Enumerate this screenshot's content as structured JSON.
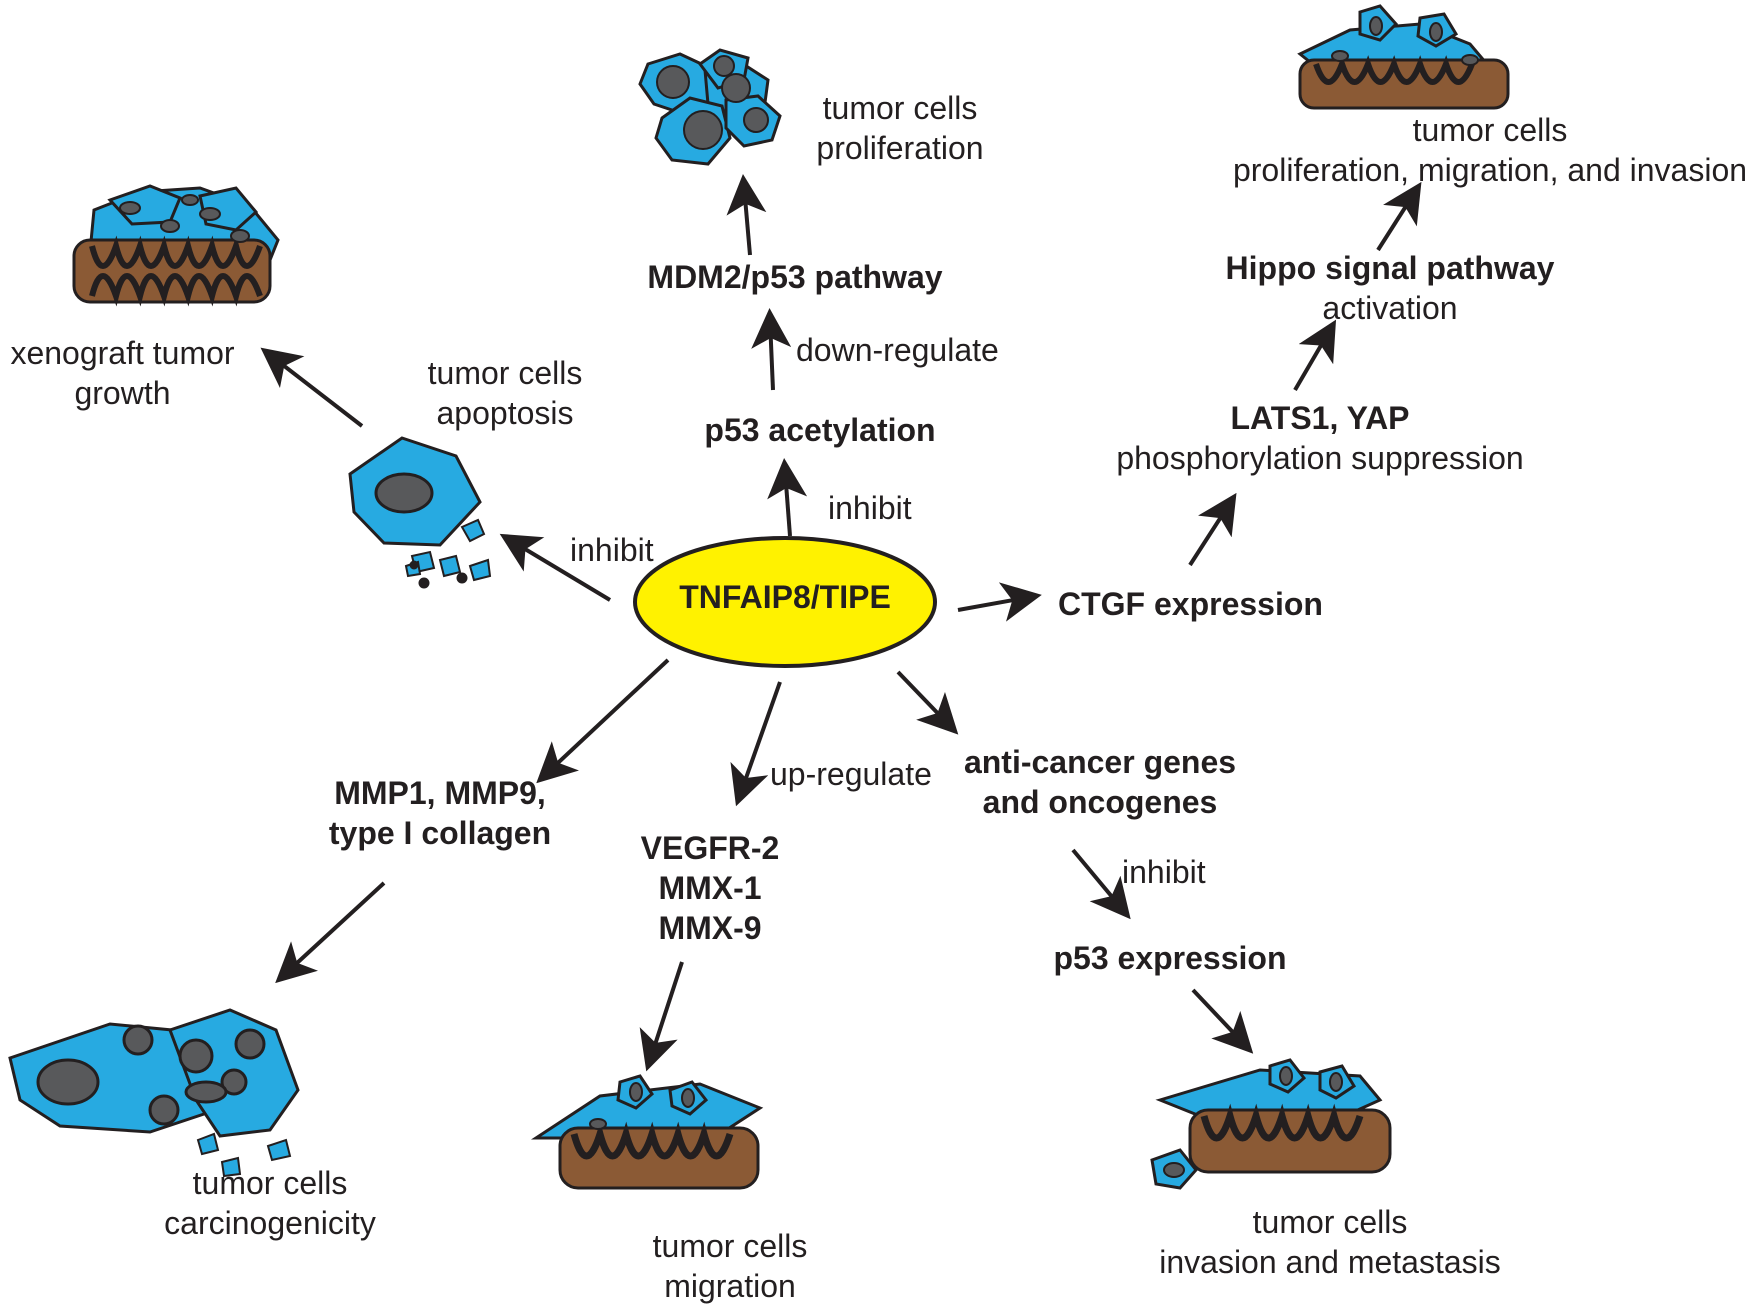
{
  "colors": {
    "center_fill": "#fff200",
    "cell_fill": "#27aae1",
    "nucleus": "#58595b",
    "outline": "#231f20",
    "tissue": "#8b5a35"
  },
  "center": {
    "label": "TNFAIP8/TIPE"
  },
  "nodes": {
    "mdm2": "MDM2/p53 pathway",
    "p53_acetylation": "p53 acetylation",
    "ctgf": "CTGF expression",
    "lats_bold": "LATS1, YAP",
    "lats_text": "phosphorylation suppression",
    "hippo_bold": "Hippo signal pathway",
    "hippo_text": "activation",
    "mmp_line1": "MMP1, MMP9,",
    "mmp_line2": "type I collagen",
    "vegfr_line1": "VEGFR-2",
    "vegfr_line2": "MMX-1",
    "vegfr_line3": "MMX-9",
    "anticancer_line1": "anti-cancer genes",
    "anticancer_line2": "and oncogenes",
    "p53_expression": "p53 expression"
  },
  "edge_labels": {
    "inhibit_top": "inhibit",
    "down_regulate": "down-regulate",
    "inhibit_left": "inhibit",
    "up_regulate": "up-regulate",
    "inhibit_bottom_right": "inhibit"
  },
  "outcomes": {
    "proliferation": [
      "tumor cells",
      "proliferation"
    ],
    "pmi": [
      "tumor cells",
      "proliferation, migration, and invasion"
    ],
    "xenograft": [
      "xenograft tumor",
      "growth"
    ],
    "apoptosis": [
      "tumor cells",
      "apoptosis"
    ],
    "carcinogenicity": [
      "tumor cells",
      "carcinogenicity"
    ],
    "migration": [
      "tumor cells",
      "migration"
    ],
    "invasion": [
      "tumor cells",
      "invasion and metastasis"
    ]
  }
}
